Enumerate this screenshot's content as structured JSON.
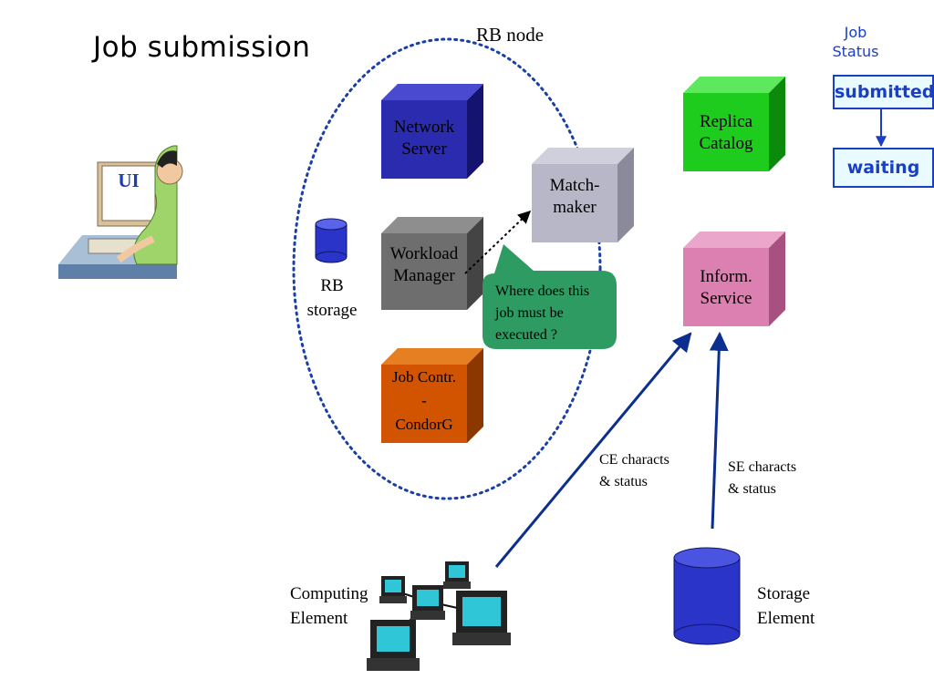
{
  "title": "Job submission",
  "ui_label": "UI",
  "rb_node_label": "RB node",
  "rb_storage": [
    "RB",
    "storage"
  ],
  "components": {
    "network_server": [
      "Network",
      "Server"
    ],
    "workload_manager": [
      "Workload",
      "Manager"
    ],
    "job_controller": [
      "Job Contr.",
      "-",
      "CondorG"
    ],
    "matchmaker": [
      "Match-",
      "maker"
    ],
    "replica_catalog": [
      "Replica",
      "Catalog"
    ],
    "inform_service": [
      "Inform.",
      "Service"
    ]
  },
  "callout": [
    "Where does this",
    "job must be",
    "executed ?"
  ],
  "ce_link_label": [
    "CE characts",
    "& status"
  ],
  "se_link_label": [
    "SE characts",
    "& status"
  ],
  "computing_element": [
    "Computing",
    "Element"
  ],
  "storage_element": [
    "Storage",
    "Element"
  ],
  "job_status": {
    "heading": [
      "Job",
      "Status"
    ],
    "states": [
      "submitted",
      "waiting"
    ]
  },
  "colors": {
    "network_server": "#2b2bb0",
    "workload_manager": "#6e6e6e",
    "job_controller": "#d35400",
    "matchmaker": "#b7b7c8",
    "replica_catalog": "#1ecc1e",
    "inform_service": "#dc7fb1",
    "callout": "#2e9b62",
    "arrows": "#0c2f8f",
    "status": "#1a3fc4"
  }
}
